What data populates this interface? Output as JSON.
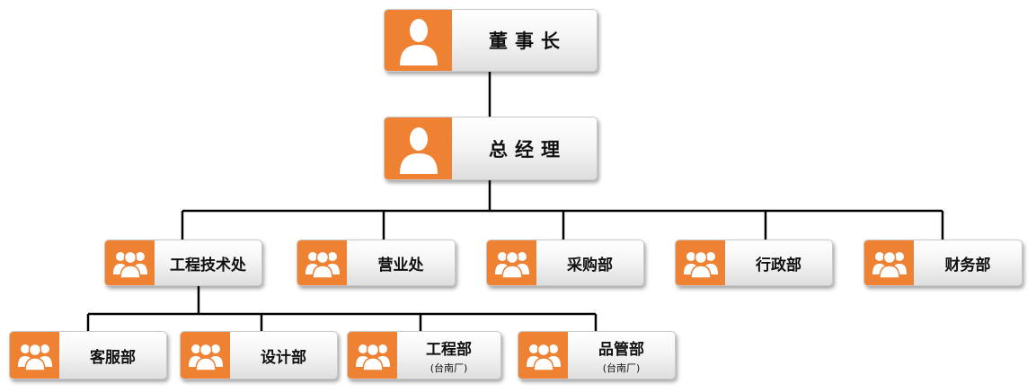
{
  "nodes": {
    "chairman": {
      "label": "董事长"
    },
    "gm": {
      "label": "总经理"
    },
    "engineering": {
      "label": "工程技术处"
    },
    "sales": {
      "label": "营业处"
    },
    "purchasing": {
      "label": "采购部"
    },
    "admin": {
      "label": "行政部"
    },
    "finance": {
      "label": "财务部"
    },
    "customer_service": {
      "label": "客服部"
    },
    "design": {
      "label": "设计部"
    },
    "engineering_dept": {
      "label": "工程部",
      "sub": "(台南厂)"
    },
    "quality": {
      "label": "品管部",
      "sub": "(台南厂)"
    }
  },
  "icons": {
    "executive": "person-icon",
    "department": "group-icon"
  },
  "colors": {
    "accent": "#ef8133",
    "line": "#000000",
    "border": "#c9c9c9"
  }
}
